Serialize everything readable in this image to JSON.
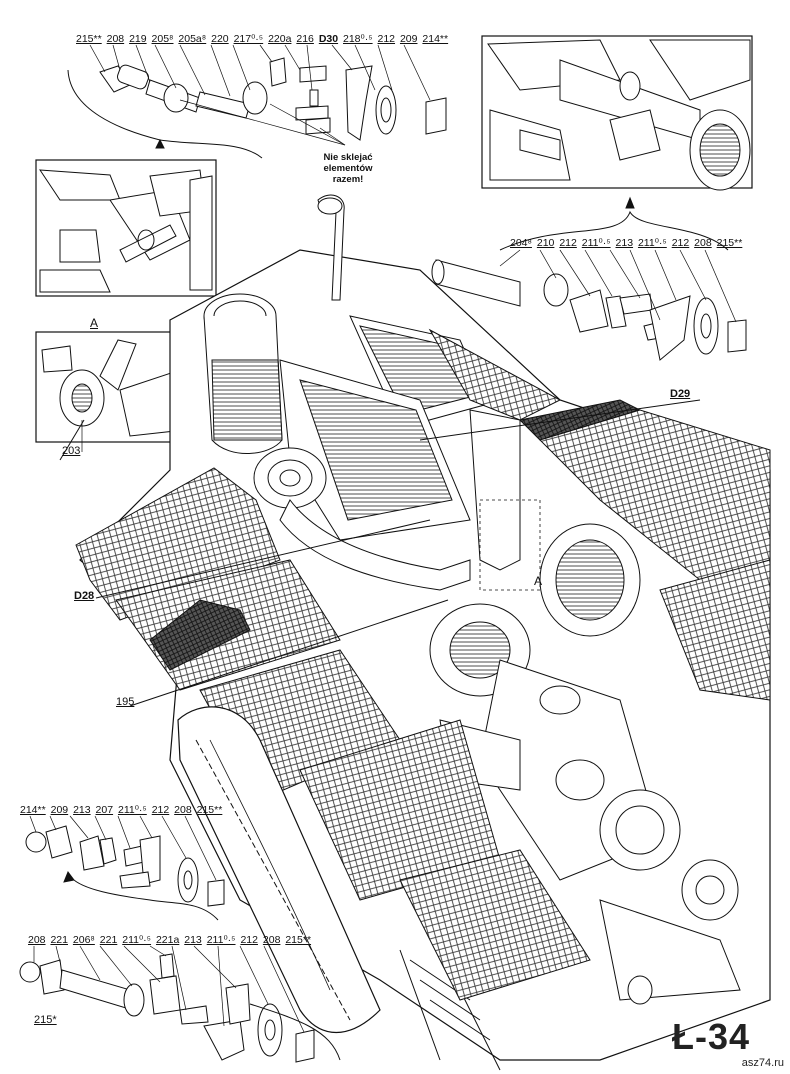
{
  "page": {
    "number": "Ł-34",
    "watermark": "asz74.ru"
  },
  "note": {
    "line1": "Nie sklejać",
    "line2": "elementów",
    "line3": "razem!"
  },
  "groups": {
    "top": [
      "215**",
      "208",
      "219",
      "205⁸",
      "205a⁸",
      "220",
      "217⁰·⁵",
      "220a",
      "216",
      "D30",
      "218⁰·⁵",
      "212",
      "209",
      "214**"
    ],
    "right": [
      "204⁸",
      "210",
      "212",
      "211⁰·⁵",
      "213",
      "211⁰·⁵",
      "212",
      "208",
      "215**"
    ],
    "lower_left": [
      "214**",
      "209",
      "213",
      "207",
      "211⁰·⁵",
      "212",
      "208",
      "215**"
    ],
    "bottom": [
      "208",
      "221",
      "206⁸",
      "221",
      "211⁰·⁵",
      "221a",
      "213",
      "211⁰·⁵",
      "212",
      "208",
      "215**"
    ]
  },
  "tags": {
    "d29": "D29",
    "d28": "D28",
    "p195": "195",
    "p203": "203",
    "p215_star": "215*",
    "section_a": "A",
    "section_a_inset": "A"
  }
}
